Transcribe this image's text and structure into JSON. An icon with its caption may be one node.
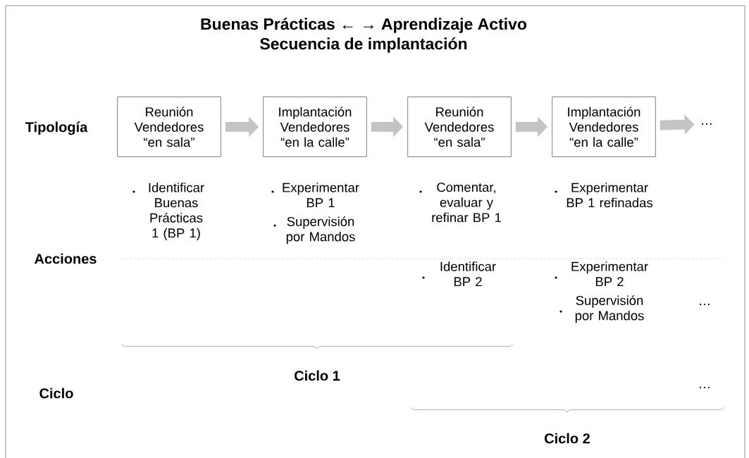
{
  "diagram": {
    "title": "Buenas Prácticas ← → Aprendizaje Activo",
    "nodes": [
      {
        "text": [
          "Reunión Vendedores “en sala”"
        ]
      },
      {
        "text": [
          "Implantación Vendedores “en la calle”"
        ]
      },
      {
        "text": [
          "Reunión Vendedores “en sala”"
        ]
      },
      {
        "text": [
          "Implantación Vendedores “en la calle”"
        ]
      },
      {
        "text": [
          "…"
        ]
      }
    ],
    "edges": [
      {
        "from": 0,
        "to": 1,
        "arrow": "to"
      },
      {
        "from": 1,
        "to": 2,
        "arrow": "to"
      },
      {
        "from": 2,
        "to": 3,
        "arrow": "to"
      },
      {
        "from": 3,
        "to": 4,
        "arrow": "to"
      }
    ],
    "labels": [
      "Secuencia de implantación",
      "Tipología",
      "Identificar Buenas Prácticas 1 (BP 1)",
      "Experimentar BP 1",
      "Supervisión por Mandos",
      "Comentar, evaluar y refinar BP 1",
      "Experimentar BP 1 refinadas",
      "Acciones",
      "Identificar BP 2",
      "Experimentar BP 2",
      "Supervisión por Mandos",
      "…",
      "Ciclo 1",
      "Ciclo",
      "…",
      "Ciclo 2"
    ]
  }
}
